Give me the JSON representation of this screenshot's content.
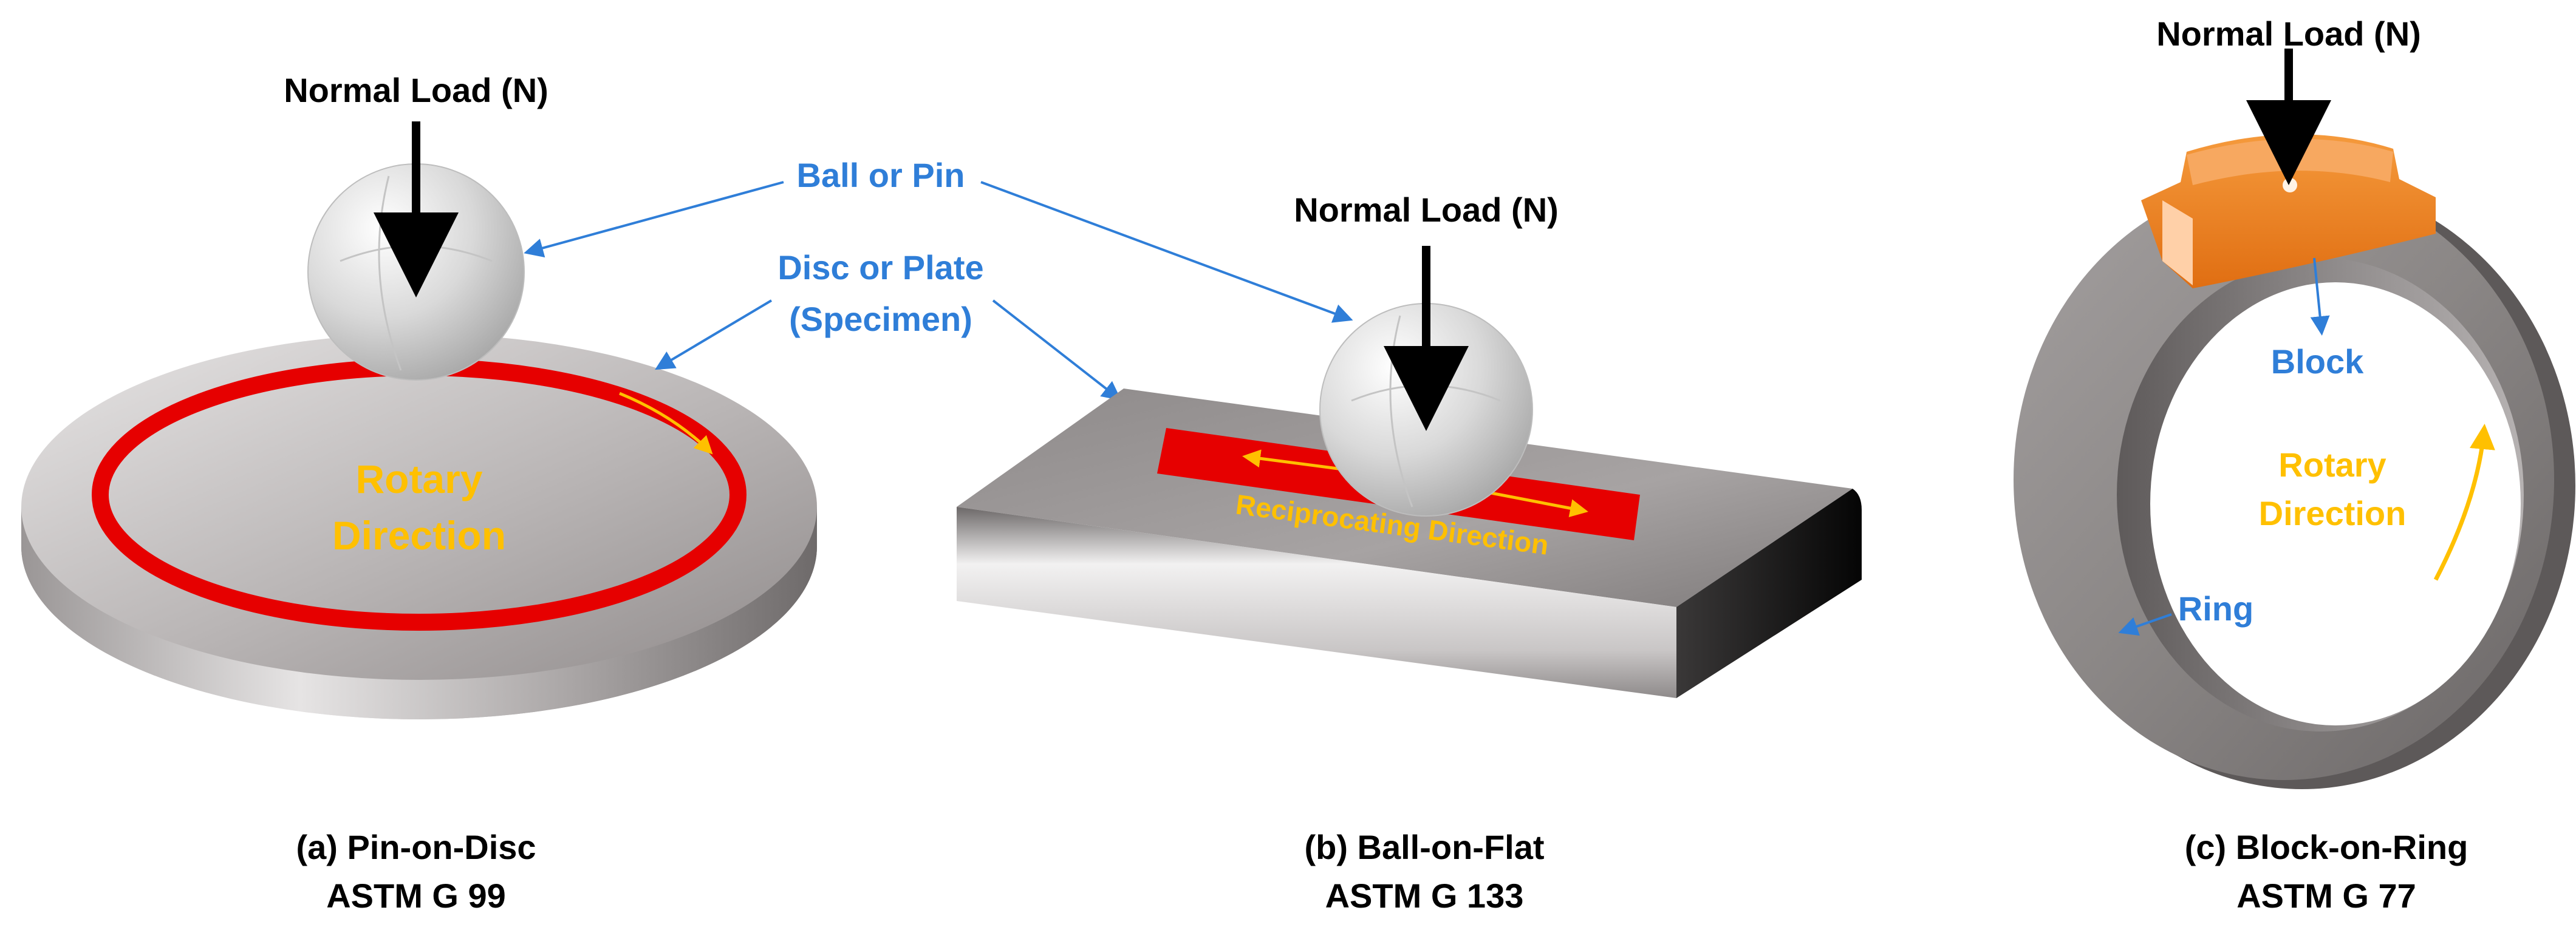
{
  "figure": {
    "callouts": {
      "ball_or_pin": "Ball or Pin",
      "disc_or_plate_line1": "Disc or Plate",
      "disc_or_plate_line2": "(Specimen)"
    },
    "panel_a": {
      "load_label": "Normal Load (N)",
      "direction_line1": "Rotary",
      "direction_line2": "Direction",
      "caption_line1": "(a) Pin-on-Disc",
      "caption_line2": "ASTM G 99"
    },
    "panel_b": {
      "load_label": "Normal Load (N)",
      "direction_label": "Reciprocating Direction",
      "caption_line1": "(b) Ball-on-Flat",
      "caption_line2": "ASTM G 133"
    },
    "panel_c": {
      "load_label": "Normal Load (N)",
      "block_label": "Block",
      "ring_label": "Ring",
      "direction_line1": "Rotary",
      "direction_line2": "Direction",
      "caption_line1": "(c) Block-on-Ring",
      "caption_line2": "ASTM G 77"
    },
    "colors": {
      "label_blue": "#2f7ed8",
      "direction_yellow": "#ffc000",
      "wear_track_red": "#e60000",
      "block_orange": "#f07f1f",
      "steel_grey": "#8a8685"
    }
  }
}
